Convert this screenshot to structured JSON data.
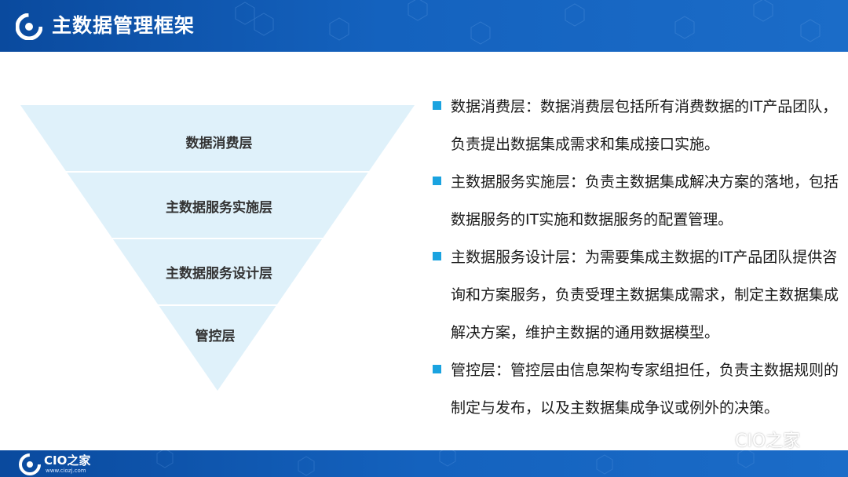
{
  "header": {
    "title": "主数据管理框架"
  },
  "pyramid": {
    "layers": [
      {
        "label": "数据消费层"
      },
      {
        "label": "主数据服务实施层"
      },
      {
        "label": "主数据服务设计层"
      },
      {
        "label": "管控层"
      }
    ],
    "fill_color": "#dff1fa",
    "divider_color": "#ffffff"
  },
  "bullets": [
    {
      "text": "数据消费层：数据消费层包括所有消费数据的IT产品团队，负责提出数据集成需求和集成接口实施。"
    },
    {
      "text": "主数据服务实施层：负责主数据集成解决方案的落地，包括数据服务的IT实施和数据服务的配置管理。"
    },
    {
      "text": "主数据服务设计层：为需要集成主数据的IT产品团队提供咨询和方案服务，负责受理主数据集成需求，制定主数据集成解决方案，维护主数据的通用数据模型。"
    },
    {
      "text": "管控层：管控层由信息架构专家组担任，负责主数据规则的制定与发布，以及主数据集成争议或例外的决策。"
    }
  ],
  "footer": {
    "brand": "CIO之家",
    "url": "www.ciozj.com"
  },
  "watermark": {
    "wechat": "CIO之家"
  },
  "colors": {
    "header_bg": "#1462be",
    "bullet_square": "#1aa3e0",
    "pyramid_fill": "#dff1fa"
  }
}
